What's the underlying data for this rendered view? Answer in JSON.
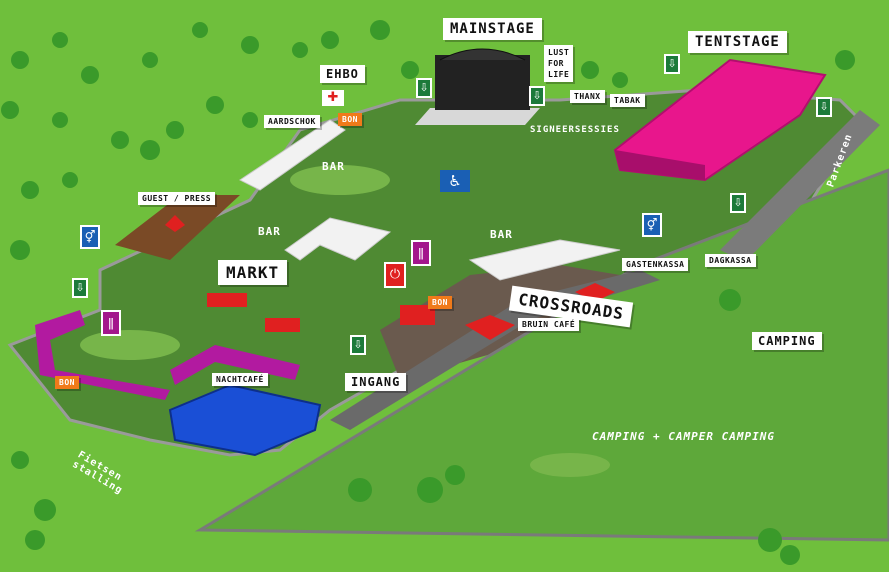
{
  "labels": {
    "mainstage": "MAINSTAGE",
    "tentstage": "TENTSTAGE",
    "ehbo": "EHBO",
    "lust_for_life": "LUST\nFOR\nLIFE",
    "thanx": "THANX",
    "tabak": "TABAK",
    "aardschok": "AARDSCHOK",
    "signeersessies": "SIGNEERSESSIES",
    "guest_press": "GUEST / PRESS",
    "bar_1": "BAR",
    "bar_2": "BAR",
    "bar_3": "BAR",
    "markt": "MARKT",
    "crossroads": "CROSSROADS",
    "bruin_cafe": "BRUIN CAFÉ",
    "gastenkassa": "GASTENKASSA",
    "dagkassa": "DAGKASSA",
    "parkeren": "Parkeren",
    "camping": "CAMPING",
    "camping_camper": "CAMPING + CAMPER CAMPING",
    "nachtcafe": "NACHTCAFÉ",
    "ingang": "INGANG",
    "bon_1": "BON",
    "bon_2": "BON",
    "bon_3": "BON",
    "fietsen_stalling": "Fietsen\nstalling"
  },
  "icons": {
    "exit": "exit-sign-icon",
    "wc": "toilet-icon",
    "food": "food-icon",
    "power": "power-plug-icon",
    "access": "wheelchair-icon",
    "first_aid": "red-cross-icon"
  },
  "colors": {
    "grass": "#6fbf3c",
    "field": "#4e8f34",
    "path": "#5a5a5a",
    "tent": "#e8168c",
    "stage": "#222222",
    "nachtcafe": "#1a4fd6",
    "purple": "#b21aa0",
    "orange": "#f07a1a",
    "red": "#e02020",
    "brown": "#7a4a26"
  }
}
